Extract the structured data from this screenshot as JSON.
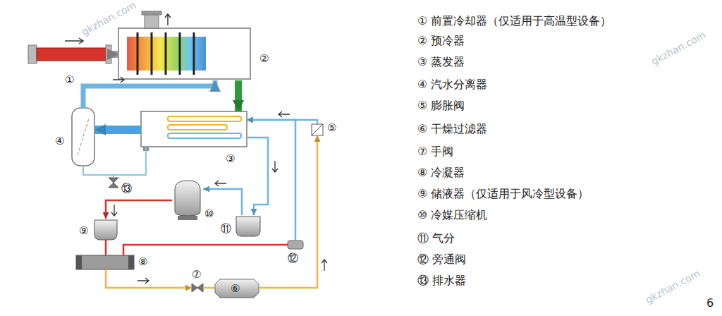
{
  "diagram": {
    "nodes": [
      {
        "text": [
          "①"
        ]
      },
      {
        "text": [
          "②"
        ]
      },
      {
        "text": [
          "③"
        ]
      },
      {
        "text": [
          "④"
        ]
      },
      {
        "text": [
          "⑤"
        ]
      },
      {
        "text": [
          "⑥"
        ]
      },
      {
        "text": [
          "⑦"
        ]
      },
      {
        "text": [
          "⑧"
        ]
      },
      {
        "text": [
          "⑨"
        ]
      },
      {
        "text": [
          "⑩"
        ]
      },
      {
        "text": [
          "⑪"
        ]
      },
      {
        "text": [
          "⑫"
        ]
      },
      {
        "text": [
          "⑬"
        ]
      }
    ],
    "edges": [
      {
        "from": 0,
        "to": 1,
        "arrow": "to"
      },
      {
        "from": 1,
        "to": 2,
        "arrow": "to"
      },
      {
        "from": 2,
        "to": 3,
        "arrow": "to"
      },
      {
        "from": 3,
        "to": 1,
        "arrow": "to"
      },
      {
        "from": 3,
        "to": 12,
        "arrow": "none"
      },
      {
        "from": 2,
        "to": 12,
        "arrow": "none"
      },
      {
        "from": 9,
        "to": 8,
        "arrow": "to"
      },
      {
        "from": 8,
        "to": 7,
        "arrow": "none"
      },
      {
        "from": 7,
        "to": 6,
        "arrow": "to"
      },
      {
        "from": 6,
        "to": 5,
        "arrow": "none"
      },
      {
        "from": 5,
        "to": 4,
        "arrow": "to"
      },
      {
        "from": 4,
        "to": 2,
        "arrow": "to"
      },
      {
        "from": 2,
        "to": 10,
        "arrow": "to"
      },
      {
        "from": 10,
        "to": 9,
        "arrow": "to"
      },
      {
        "from": 7,
        "to": 11,
        "arrow": "none"
      },
      {
        "from": 11,
        "to": 2,
        "arrow": "to"
      }
    ],
    "labels": [
      "① 前置冷却器（仅适用于高温型设备）",
      "② 预冷器",
      "③ 蒸发器",
      "④ 汽水分离器",
      "⑤ 膨胀阀",
      "⑥ 干燥过滤器",
      "⑦ 手阀",
      "⑧ 冷凝器",
      "⑨ 储液器（仅适用于风冷型设备）",
      "⑩ 冷媒压缩机",
      "⑪ 气分",
      "⑫ 旁通阀",
      "⑬ 排水器",
      "6",
      "gkzhan.com",
      "gkzhan.com",
      "gkzhan.com"
    ]
  }
}
